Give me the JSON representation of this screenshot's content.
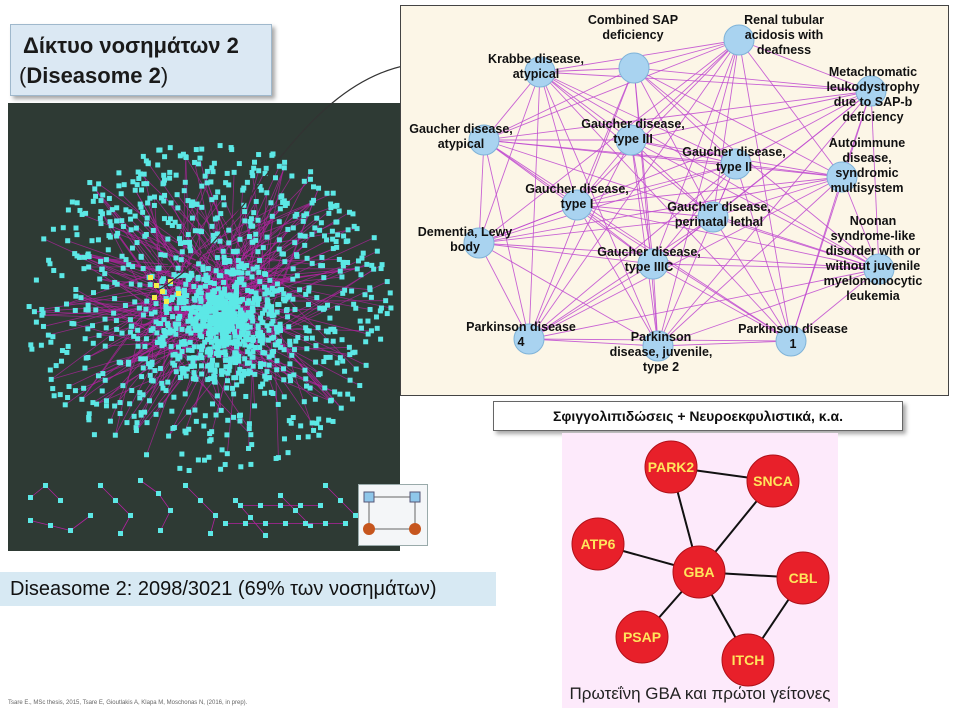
{
  "title": {
    "line1": "Δίκτυο νοσημάτων 2",
    "line2_open": "(",
    "line2_bold": "Diseasome 2",
    "line2_close": ")"
  },
  "stats": "Diseasome 2: 2098/3021 (69% των νοσημάτων)",
  "reference": "Tsare E., MSc thesis, 2015, Tsare E, Gioutlakis A, Klapa M, Moschonas N, (2016, in prep).",
  "caption": "Σφιγγολιπιδώσεις + Νευροεκφυλιστικά, κ.α.",
  "ppi_caption": "Πρωτεΐνη GBA και πρώτοι γείτονες",
  "colors": {
    "disease_node": "#a9d3f0",
    "disease_edge": "#c04ad0",
    "protein_node": "#e8202a",
    "protein_label": "#ffe55c",
    "network_bg": "#2e3a34",
    "network_node": "#5ce8e6",
    "network_edge": "#b0239e"
  },
  "disease_network": {
    "nodes": [
      {
        "id": "csap",
        "label": [
          "Combined SAP",
          "deficiency"
        ]
      },
      {
        "id": "rta",
        "label": [
          "Renal tubular",
          "acidosis with",
          "deafness"
        ]
      },
      {
        "id": "krabbe",
        "label": [
          "Krabbe disease,",
          "atypical"
        ]
      },
      {
        "id": "mld",
        "label": [
          "Metachromatic",
          "leukodystrophy",
          "due to SAP-b",
          "deficiency"
        ]
      },
      {
        "id": "ga",
        "label": [
          "Gaucher disease,",
          "atypical"
        ]
      },
      {
        "id": "g3",
        "label": [
          "Gaucher disease,",
          "type III"
        ]
      },
      {
        "id": "g2",
        "label": [
          "Gaucher disease,",
          "type II"
        ]
      },
      {
        "id": "aid",
        "label": [
          "Autoimmune",
          "disease,",
          "syndromic",
          "multisystem"
        ]
      },
      {
        "id": "g1",
        "label": [
          "Gaucher disease,",
          "type I"
        ]
      },
      {
        "id": "gp",
        "label": [
          "Gaucher disease,",
          "perinatal lethal"
        ]
      },
      {
        "id": "dlb",
        "label": [
          "Dementia, Lewy",
          "body"
        ]
      },
      {
        "id": "noon",
        "label": [
          "Noonan",
          "syndrome-like",
          "disorder with or",
          "without juvenile",
          "myelomonocytic",
          "leukemia"
        ]
      },
      {
        "id": "g3c",
        "label": [
          "Gaucher disease,",
          "type IIIC"
        ]
      },
      {
        "id": "pd4",
        "label": [
          "Parkinson disease",
          "4"
        ]
      },
      {
        "id": "pdj",
        "label": [
          "Parkinson",
          "disease, juvenile,",
          "type 2"
        ]
      },
      {
        "id": "pd1",
        "label": [
          "Parkinson disease",
          "1"
        ]
      }
    ]
  },
  "protein_network": {
    "nodes": [
      {
        "id": "park2",
        "label": "PARK2"
      },
      {
        "id": "snca",
        "label": "SNCA"
      },
      {
        "id": "atp6",
        "label": "ATP6"
      },
      {
        "id": "gba",
        "label": "GBA"
      },
      {
        "id": "cbl",
        "label": "CBL"
      },
      {
        "id": "psap",
        "label": "PSAP"
      },
      {
        "id": "itch",
        "label": "ITCH"
      }
    ],
    "edges": [
      [
        "park2",
        "gba"
      ],
      [
        "park2",
        "snca"
      ],
      [
        "snca",
        "gba"
      ],
      [
        "atp6",
        "gba"
      ],
      [
        "gba",
        "cbl"
      ],
      [
        "gba",
        "psap"
      ],
      [
        "gba",
        "itch"
      ],
      [
        "itch",
        "cbl"
      ]
    ]
  }
}
